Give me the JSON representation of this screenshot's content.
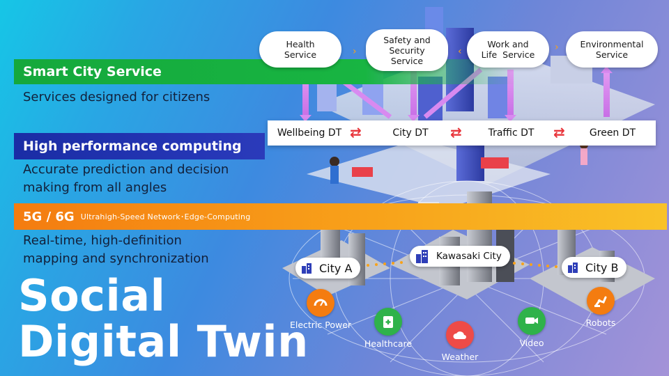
{
  "smart_city": {
    "title": "Smart City Service",
    "description": "Services designed for citizens"
  },
  "hpc": {
    "title": "High performance computing",
    "description_line1": "Accurate prediction and decision",
    "description_line2": "making from all angles"
  },
  "network": {
    "title": "5G / 6G",
    "subtitle": "Ultrahigh-Speed Network･Edge-Computing",
    "description_line1": "Real-time, high-definition",
    "description_line2": "mapping and synchronization"
  },
  "main_title": {
    "line1": "Social",
    "line2": "Digital Twin"
  },
  "services": [
    {
      "line1": "Health",
      "line2": "Service",
      "line3": ""
    },
    {
      "line1": "Safety and",
      "line2": "Security",
      "line3": "Service"
    },
    {
      "line1": "Work and",
      "line2": "Life  Service",
      "line3": ""
    },
    {
      "line1": "Environmental",
      "line2": "Service",
      "line3": ""
    }
  ],
  "digital_twins": [
    "Wellbeing DT",
    "City DT",
    "Traffic DT",
    "Green DT"
  ],
  "cities": [
    "City A",
    "Kawasaki City",
    "City B"
  ],
  "data_categories": [
    {
      "label": "Electric Power",
      "icon": "electric-power-icon",
      "color": "#f47c10"
    },
    {
      "label": "Healthcare",
      "icon": "healthcare-icon",
      "color": "#2fb24a"
    },
    {
      "label": "Weather",
      "icon": "weather-icon",
      "color": "#ee4b48"
    },
    {
      "label": "Video",
      "icon": "video-icon",
      "color": "#2fb24a"
    },
    {
      "label": "Robots",
      "icon": "robots-icon",
      "color": "#f47c10"
    }
  ],
  "colors": {
    "green_band": "#18b542",
    "blue_band": "#2637b7",
    "orange_band": "#f8a21a",
    "dt_arrow": "#e8343a",
    "service_arrow": "#d88af0"
  }
}
